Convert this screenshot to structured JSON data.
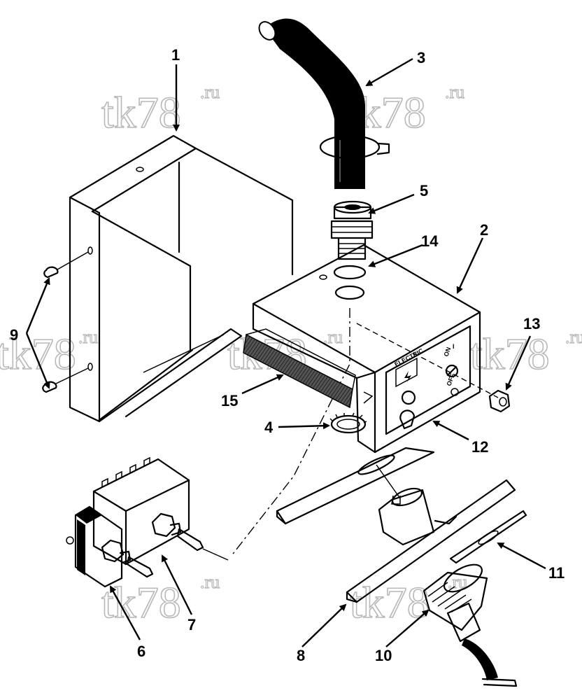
{
  "watermark": {
    "text": "tk78",
    "suffix": ".ru"
  },
  "panel": {
    "label": "ELECTRIC",
    "on": "ON",
    "off": "OFF",
    "one": "I"
  },
  "callouts": {
    "c1": "1",
    "c2": "2",
    "c3": "3",
    "c4": "4",
    "c5": "5",
    "c6": "6",
    "c7": "7",
    "c8": "8",
    "c9": "9",
    "c10": "10",
    "c11": "11",
    "c12": "12",
    "c13": "13",
    "c14": "14",
    "c15": "15"
  },
  "colors": {
    "line": "#000000",
    "watermark": "#b8b8b8",
    "background": "#ffffff"
  }
}
